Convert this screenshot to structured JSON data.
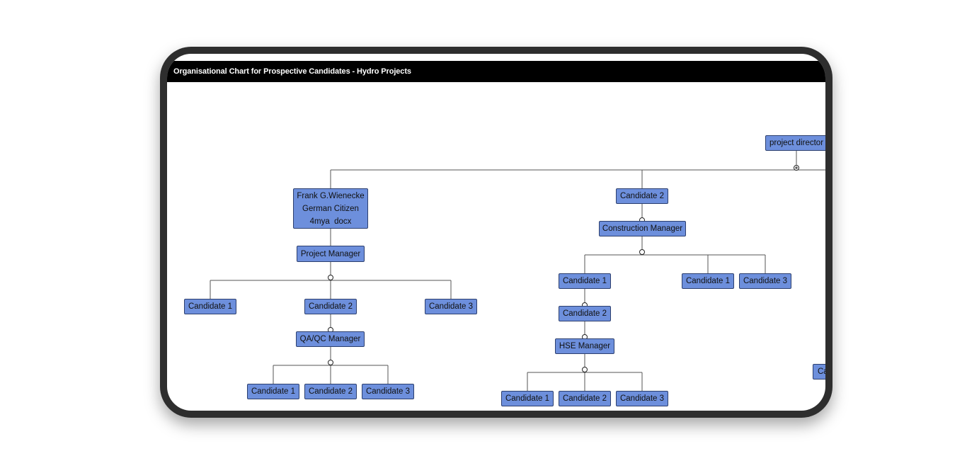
{
  "window": {
    "title": "Organisational Chart for Prospective Candidates - Hydro Projects"
  },
  "org": {
    "project_director": "project director",
    "frank": {
      "line1": "Frank G.Wienecke",
      "line2": "German Citizen",
      "line3": "4mya  docx"
    },
    "project_manager": "Project Manager",
    "pm_candidates": [
      "Candidate 1",
      "Candidate 2",
      "Candidate 3"
    ],
    "qaqc_manager": "QA/QC Manager",
    "qaqc_candidates": [
      "Candidate 1",
      "Candidate 2",
      "Candidate 3"
    ],
    "candidate_2_top": "Candidate 2",
    "construction_manager": "Construction Manager",
    "cm_candidates": [
      "Candidate 1",
      "Candidate 1",
      "Candidate 3"
    ],
    "cm_sub_candidate_2": "Candidate 2",
    "hse_manager": "HSE Manager",
    "hse_candidates": [
      "Candidate 1",
      "Candidate 2",
      "Candidate 3"
    ],
    "partial_node": "Ca"
  }
}
